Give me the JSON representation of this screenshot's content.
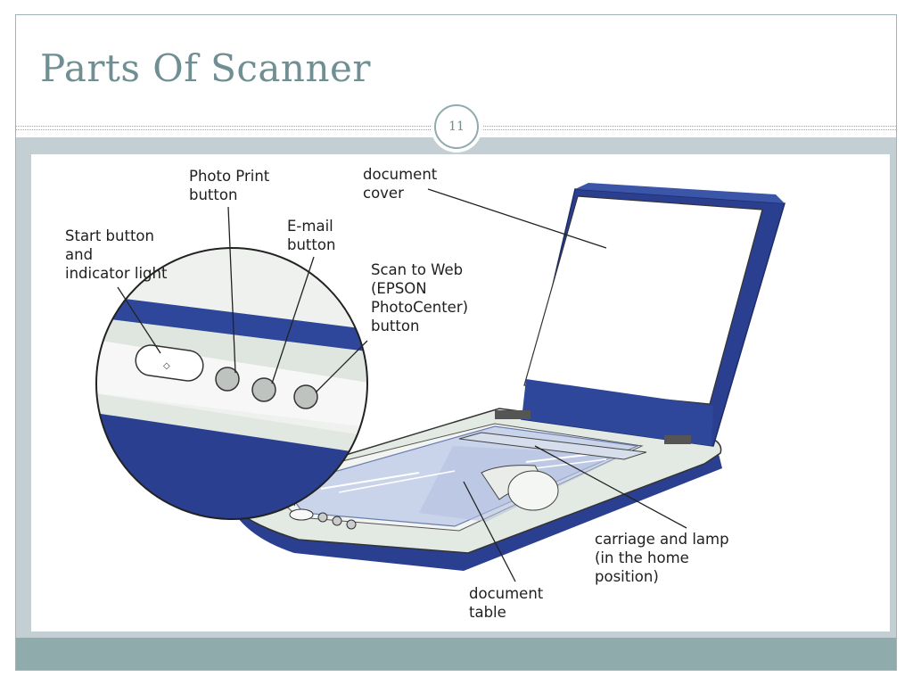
{
  "slide": {
    "title": "Parts Of Scanner",
    "page_number": "11"
  },
  "labels": {
    "photo_print": [
      "Photo Print",
      "button"
    ],
    "document_cover": [
      "document",
      "cover"
    ],
    "email": [
      "E-mail",
      "button"
    ],
    "start": [
      "Start button",
      "and",
      "indicator light"
    ],
    "scan_to_web": [
      "Scan to Web",
      "(EPSON",
      "PhotoCenter)",
      "button"
    ],
    "carriage": [
      "carriage and lamp",
      "(in the home",
      "position)"
    ],
    "document_table": [
      "document",
      "table"
    ]
  },
  "colors": {
    "title": "#6f8f93",
    "scanner_blue": "#2a3f8f",
    "footer": "#8fabab",
    "content_band": "#c4cfd4"
  }
}
